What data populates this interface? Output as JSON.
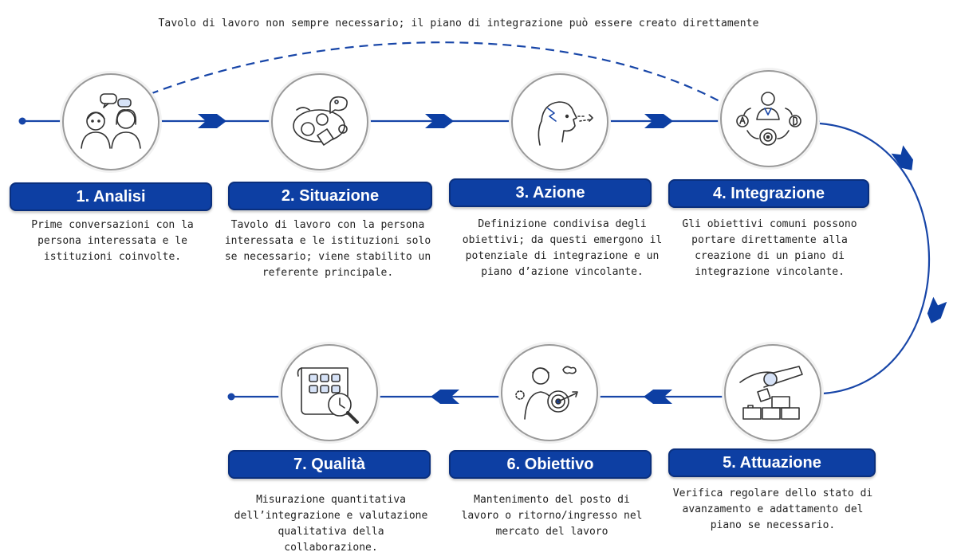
{
  "top_note": "Tavolo di lavoro non sempre necessario; il piano di integrazione può essere creato direttamente",
  "colors": {
    "accent": "#0d3fa3",
    "line": "#1846a8",
    "circle_border": "#9a9a9a"
  },
  "steps": [
    {
      "title": "1. Analisi",
      "icon": "people-talking-icon",
      "lines": [
        "Prime conversazioni con la",
        "persona interessata e le",
        "istituzioni coinvolte."
      ]
    },
    {
      "title": "2. Situazione",
      "icon": "discussion-icon",
      "lines": [
        "Tavolo di lavoro con la persona",
        "interessata e le istituzioni solo",
        "se necessario; viene stabilito un",
        "referente principale."
      ]
    },
    {
      "title": "3. Azione",
      "icon": "thinking-person-icon",
      "lines": [
        "Definizione condivisa degli",
        "obiettivi; da questi emergono il",
        "potenziale di integrazione e un",
        "piano d’azione vincolante."
      ]
    },
    {
      "title": "4. Integrazione",
      "icon": "decision-target-icon",
      "lines": [
        "Gli obiettivi comuni possono",
        "portare direttamente alla",
        "creazione di un piano di",
        "integrazione vincolante."
      ]
    },
    {
      "title": "5. Attuazione",
      "icon": "building-blocks-icon",
      "lines": [
        "Verifica regolare dello stato di",
        "avanzamento e adattamento del",
        "piano se necessario."
      ]
    },
    {
      "title": "6. Obiettivo",
      "icon": "person-target-icon",
      "lines": [
        "Mantenimento del posto di",
        "lavoro o ritorno/ingresso nel",
        "mercato del lavoro"
      ]
    },
    {
      "title": "7. Qualità",
      "icon": "schedule-magnifier-icon",
      "lines": [
        "Misurazione quantitativa",
        "dell’integrazione e valutazione",
        "qualitativa della collaborazione."
      ]
    }
  ]
}
